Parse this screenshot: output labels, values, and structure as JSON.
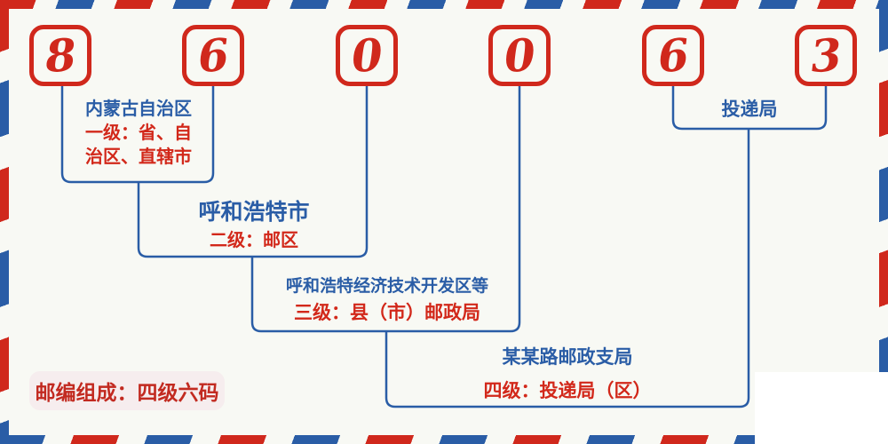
{
  "postal": {
    "digits": [
      "8",
      "6",
      "0",
      "0",
      "6",
      "3"
    ]
  },
  "levels": [
    {
      "name": "内蒙古自治区",
      "desc": "一级：省、自治区、直辖市"
    },
    {
      "name": "呼和浩特市",
      "desc": "二级：邮区"
    },
    {
      "name": "呼和浩特经济技术开发区等",
      "desc": "三级：县（市）邮政局"
    },
    {
      "name": "某某路邮政支局",
      "desc": "四级：投递局（区）"
    },
    {
      "name": "投递局"
    }
  ],
  "badge": {
    "text": "邮编组成：四级六码"
  },
  "colors": {
    "red": "#d0281c",
    "blue": "#2a5da6",
    "background": "#f8f9f4",
    "badge_background": "#f6edee",
    "patch": "#ffffff"
  }
}
